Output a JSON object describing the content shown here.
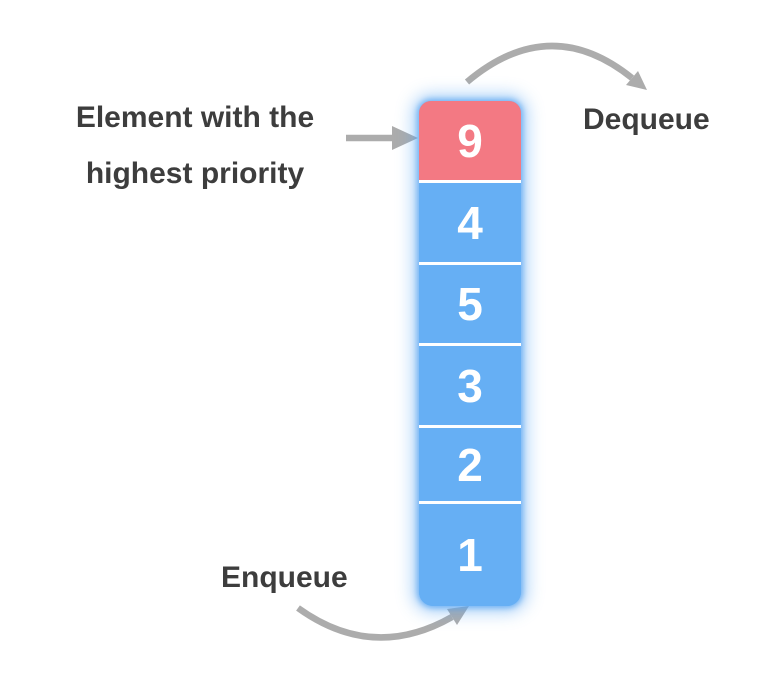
{
  "diagram": {
    "labels": {
      "highest_priority": {
        "line1": "Element with the",
        "line2": "highest priority"
      },
      "dequeue": "Dequeue",
      "enqueue": "Enqueue"
    },
    "queue": {
      "cells": [
        {
          "value": "9",
          "highest_priority": true
        },
        {
          "value": "4",
          "highest_priority": false
        },
        {
          "value": "5",
          "highest_priority": false
        },
        {
          "value": "3",
          "highest_priority": false
        },
        {
          "value": "2",
          "highest_priority": false
        },
        {
          "value": "1",
          "highest_priority": false
        }
      ]
    },
    "icons": {
      "pointer_arrow": "arrow-right-icon",
      "dequeue_arrow": "curved-arrow-up-right-icon",
      "enqueue_arrow": "curved-arrow-to-queue-icon"
    },
    "colors": {
      "highest_priority_cell": "#F37983",
      "cell_blue": "#66AFF4",
      "cell_glow": "#57A4F2",
      "separator": "#FFFFFF",
      "number_text": "#FFFFFF",
      "label_text": "#3D3D3D",
      "arrow": "#ACACAC",
      "background": "#FFFFFF"
    }
  }
}
